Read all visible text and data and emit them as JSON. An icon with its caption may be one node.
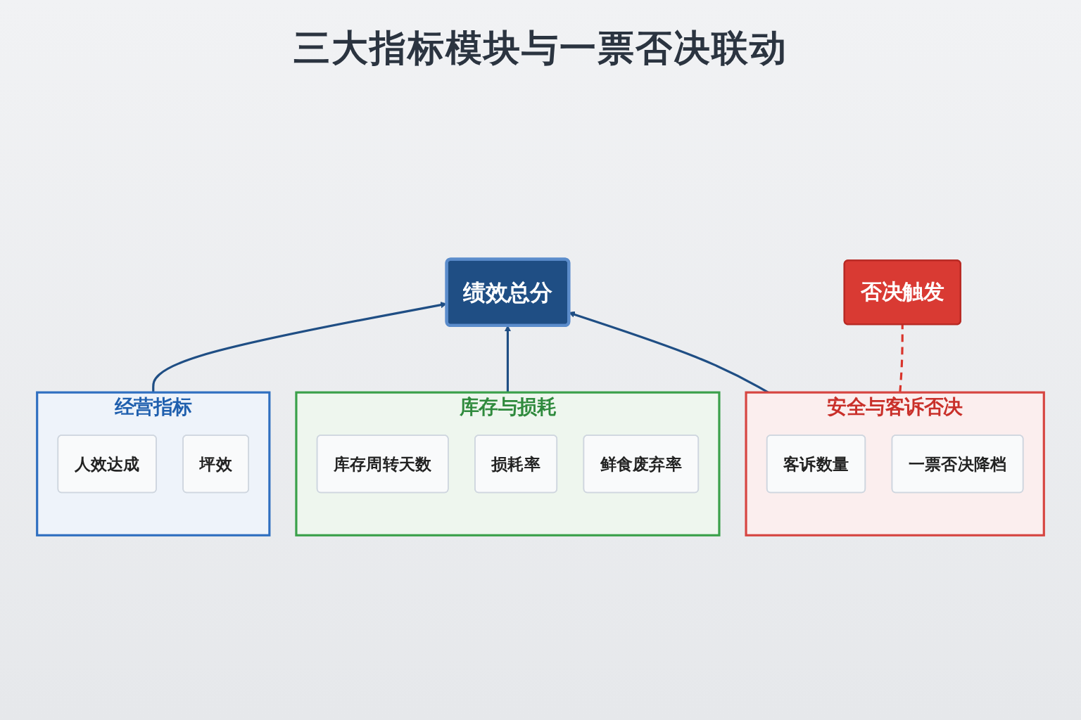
{
  "diagram": {
    "title": "三大指标模块与一票否决联动",
    "nodes": [
      {
        "text": [
          "绩效总分"
        ]
      },
      {
        "text": [
          "经营指标"
        ]
      },
      {
        "text": [
          "人效达成"
        ],
        "in": 1
      },
      {
        "text": [
          "坪效"
        ],
        "in": 1
      },
      {
        "text": [
          "库存与损耗"
        ]
      },
      {
        "text": [
          "库存周转天数"
        ],
        "in": 4
      },
      {
        "text": [
          "损耗率"
        ],
        "in": 4
      },
      {
        "text": [
          "鲜食废弃率"
        ],
        "in": 4
      },
      {
        "text": [
          "安全与客诉否决"
        ]
      },
      {
        "text": [
          "客诉数量"
        ],
        "in": 8
      },
      {
        "text": [
          "一票否决降档"
        ],
        "in": 8
      },
      {
        "text": [
          "否决触发"
        ]
      }
    ],
    "edges": [
      {
        "from": 1,
        "to": 0,
        "arrow": "to"
      },
      {
        "from": 4,
        "to": 0,
        "arrow": "to"
      },
      {
        "from": 8,
        "to": 0,
        "arrow": "to"
      },
      {
        "from": 8,
        "to": 11,
        "arrow": "none",
        "style": "dashed",
        "color": "#d9342b"
      }
    ]
  }
}
